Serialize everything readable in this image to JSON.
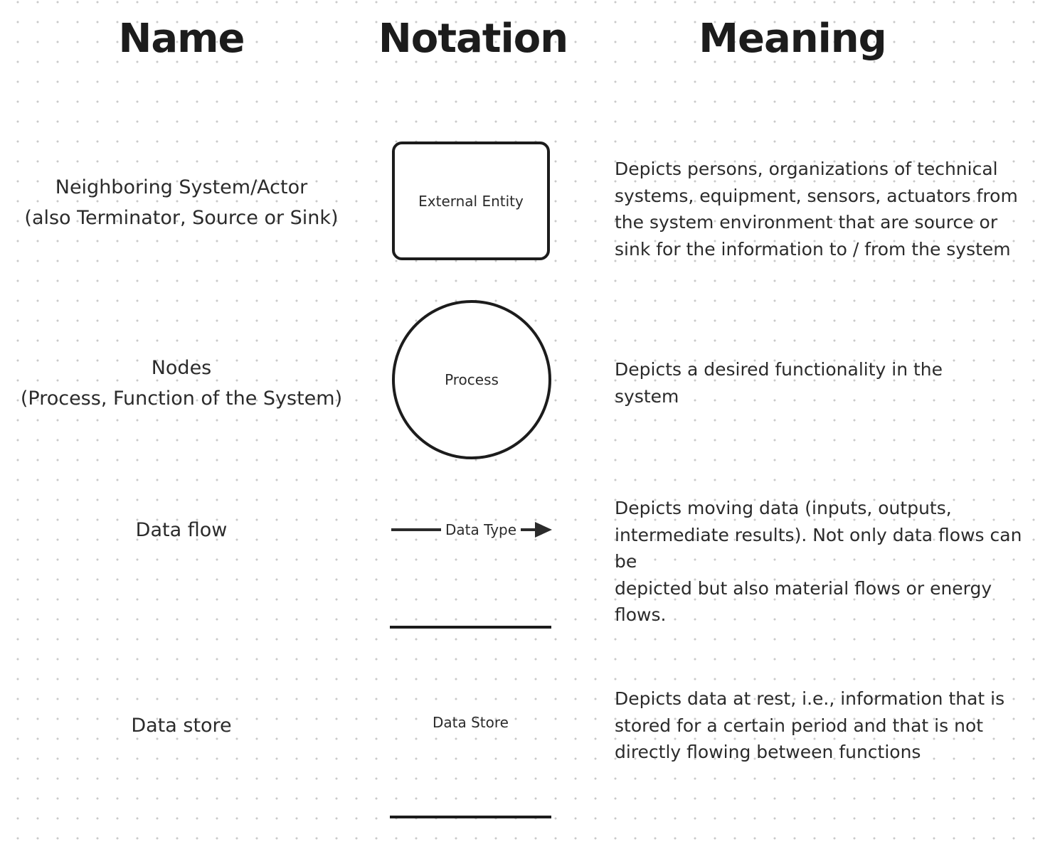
{
  "header": {
    "name": "Name",
    "notation": "Notation",
    "meaning": "Meaning"
  },
  "rows": [
    {
      "name": "Neighboring System/Actor\n(also Terminator, Source or Sink)",
      "notation_type": "rounded-rectangle",
      "notation_label": "External Entity",
      "meaning": "Depicts persons, organizations of technical\nsystems, equipment, sensors, actuators from\nthe system environment that are source or\nsink for the information to / from the system"
    },
    {
      "name": "Nodes\n(Process, Function of the System)",
      "notation_type": "circle",
      "notation_label": "Process",
      "meaning": "Depicts a desired functionality in the\nsystem"
    },
    {
      "name": "Data flow",
      "notation_type": "arrow",
      "notation_label": "Data Type",
      "meaning": "Depicts moving data (inputs, outputs,\nintermediate results). Not only data flows can be\ndepicted but also material flows or energy flows."
    },
    {
      "name": "Data store",
      "notation_type": "parallel-lines",
      "notation_label": "Data Store",
      "meaning": "Depicts data at rest, i.e., information that is\nstored for a certain period and that is not\ndirectly flowing between functions"
    }
  ],
  "colors": {
    "text": "#2b2b2b",
    "shape_stroke": "#1c1c1c",
    "dot_grid": "#c9c9c9",
    "background": "#ffffff"
  }
}
